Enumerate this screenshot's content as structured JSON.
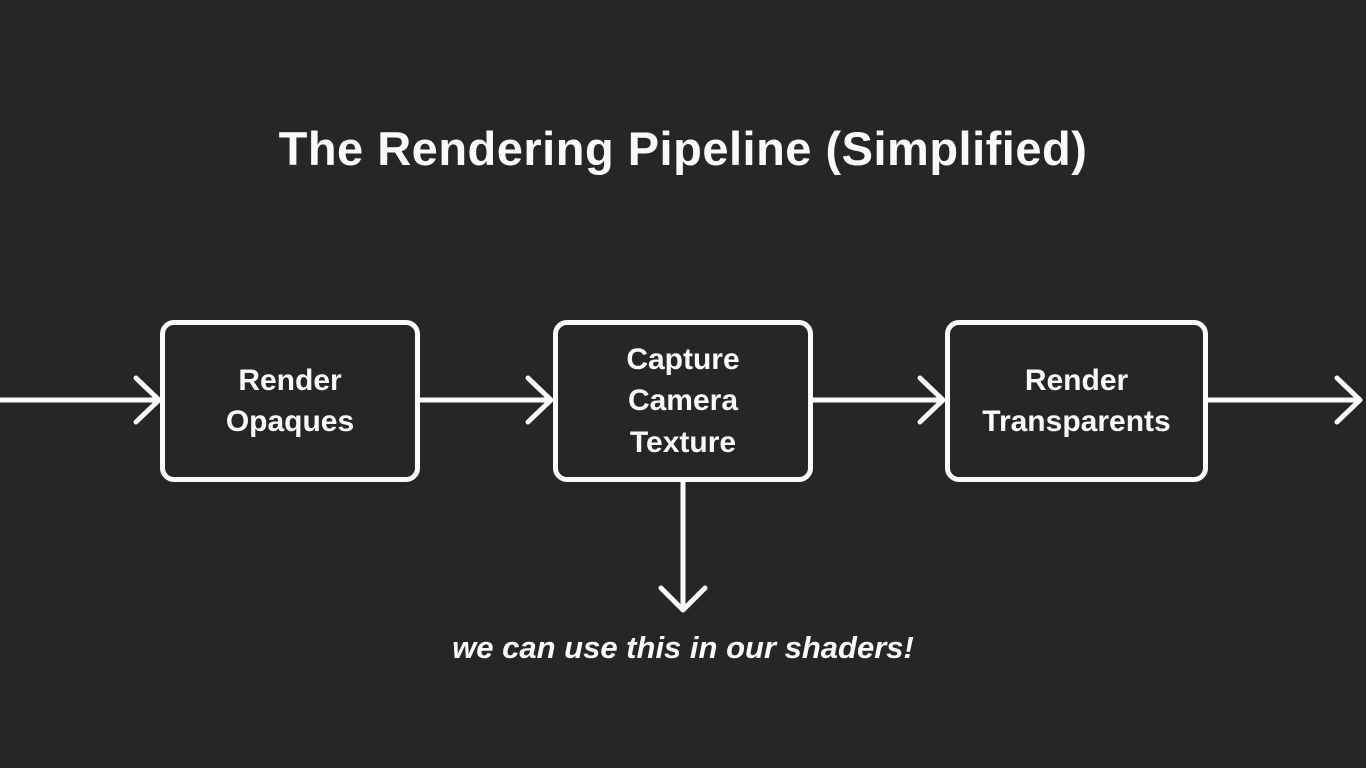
{
  "slide": {
    "title": "The Rendering Pipeline (Simplified)",
    "caption": "we can use this in our shaders!"
  },
  "nodes": [
    {
      "id": "render-opaques",
      "label": "Render\nOpaques"
    },
    {
      "id": "capture-camera-texture",
      "label": "Capture\nCamera\nTexture"
    },
    {
      "id": "render-transparents",
      "label": "Render\nTransparents"
    }
  ],
  "edges": [
    {
      "from": "offscreen-left",
      "to": "render-opaques"
    },
    {
      "from": "render-opaques",
      "to": "capture-camera-texture"
    },
    {
      "from": "capture-camera-texture",
      "to": "render-transparents"
    },
    {
      "from": "render-transparents",
      "to": "offscreen-right"
    },
    {
      "from": "capture-camera-texture",
      "to": "caption"
    }
  ],
  "colors": {
    "background": "#262626",
    "foreground": "#fafafa"
  }
}
